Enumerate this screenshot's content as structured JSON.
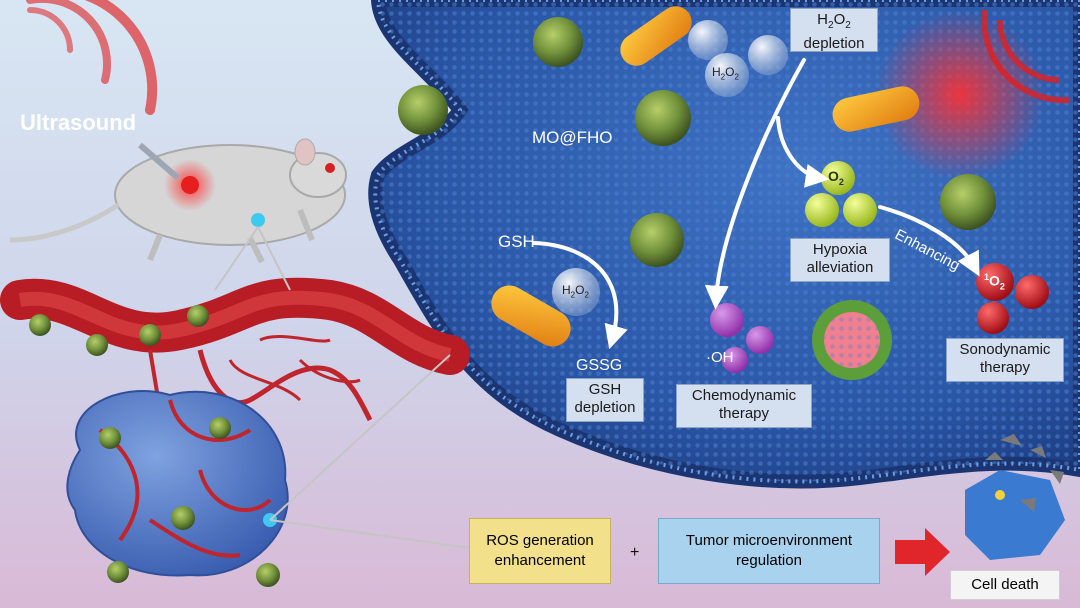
{
  "ultrasound": "Ultrasound",
  "nanoparticle": "MO@FHO",
  "h2o2_depletion": {
    "line1": "H",
    "sub1": "2",
    "mid": "O",
    "sub2": "2",
    "line2": "depletion"
  },
  "h2o2_molecule": {
    "a": "H",
    "s1": "2",
    "b": "O",
    "s2": "2"
  },
  "o2_label": {
    "a": "O",
    "s": "2"
  },
  "gsh": "GSH",
  "gssg": "GSSG",
  "gsh_depletion": {
    "line1": "GSH",
    "line2": "depletion"
  },
  "hydroxyl": "·OH",
  "chemodynamic": {
    "line1": "Chemodynamic",
    "line2": "therapy"
  },
  "hypoxia": {
    "line1": "Hypoxia",
    "line2": "alleviation"
  },
  "enhancing": "Enhancing",
  "singlet_oxygen": {
    "sup": "1",
    "a": "O",
    "s": "2"
  },
  "sonodynamic": {
    "line1": "Sonodynamic",
    "line2": "therapy"
  },
  "ros_box": {
    "line1": "ROS generation",
    "line2": "enhancement"
  },
  "plus": "+",
  "tme_box": {
    "line1": "Tumor microenvironment",
    "line2": "regulation"
  },
  "cell_death": "Cell death",
  "colors": {
    "cell": "#2f5fb0",
    "cell_dark": "#1f3f86",
    "vessel": "#c0242c",
    "particle": "#6f8f3a",
    "ros_box": "#f2e08a",
    "tme_box": "#a9d2ee",
    "arrow_red": "#e0262b"
  }
}
